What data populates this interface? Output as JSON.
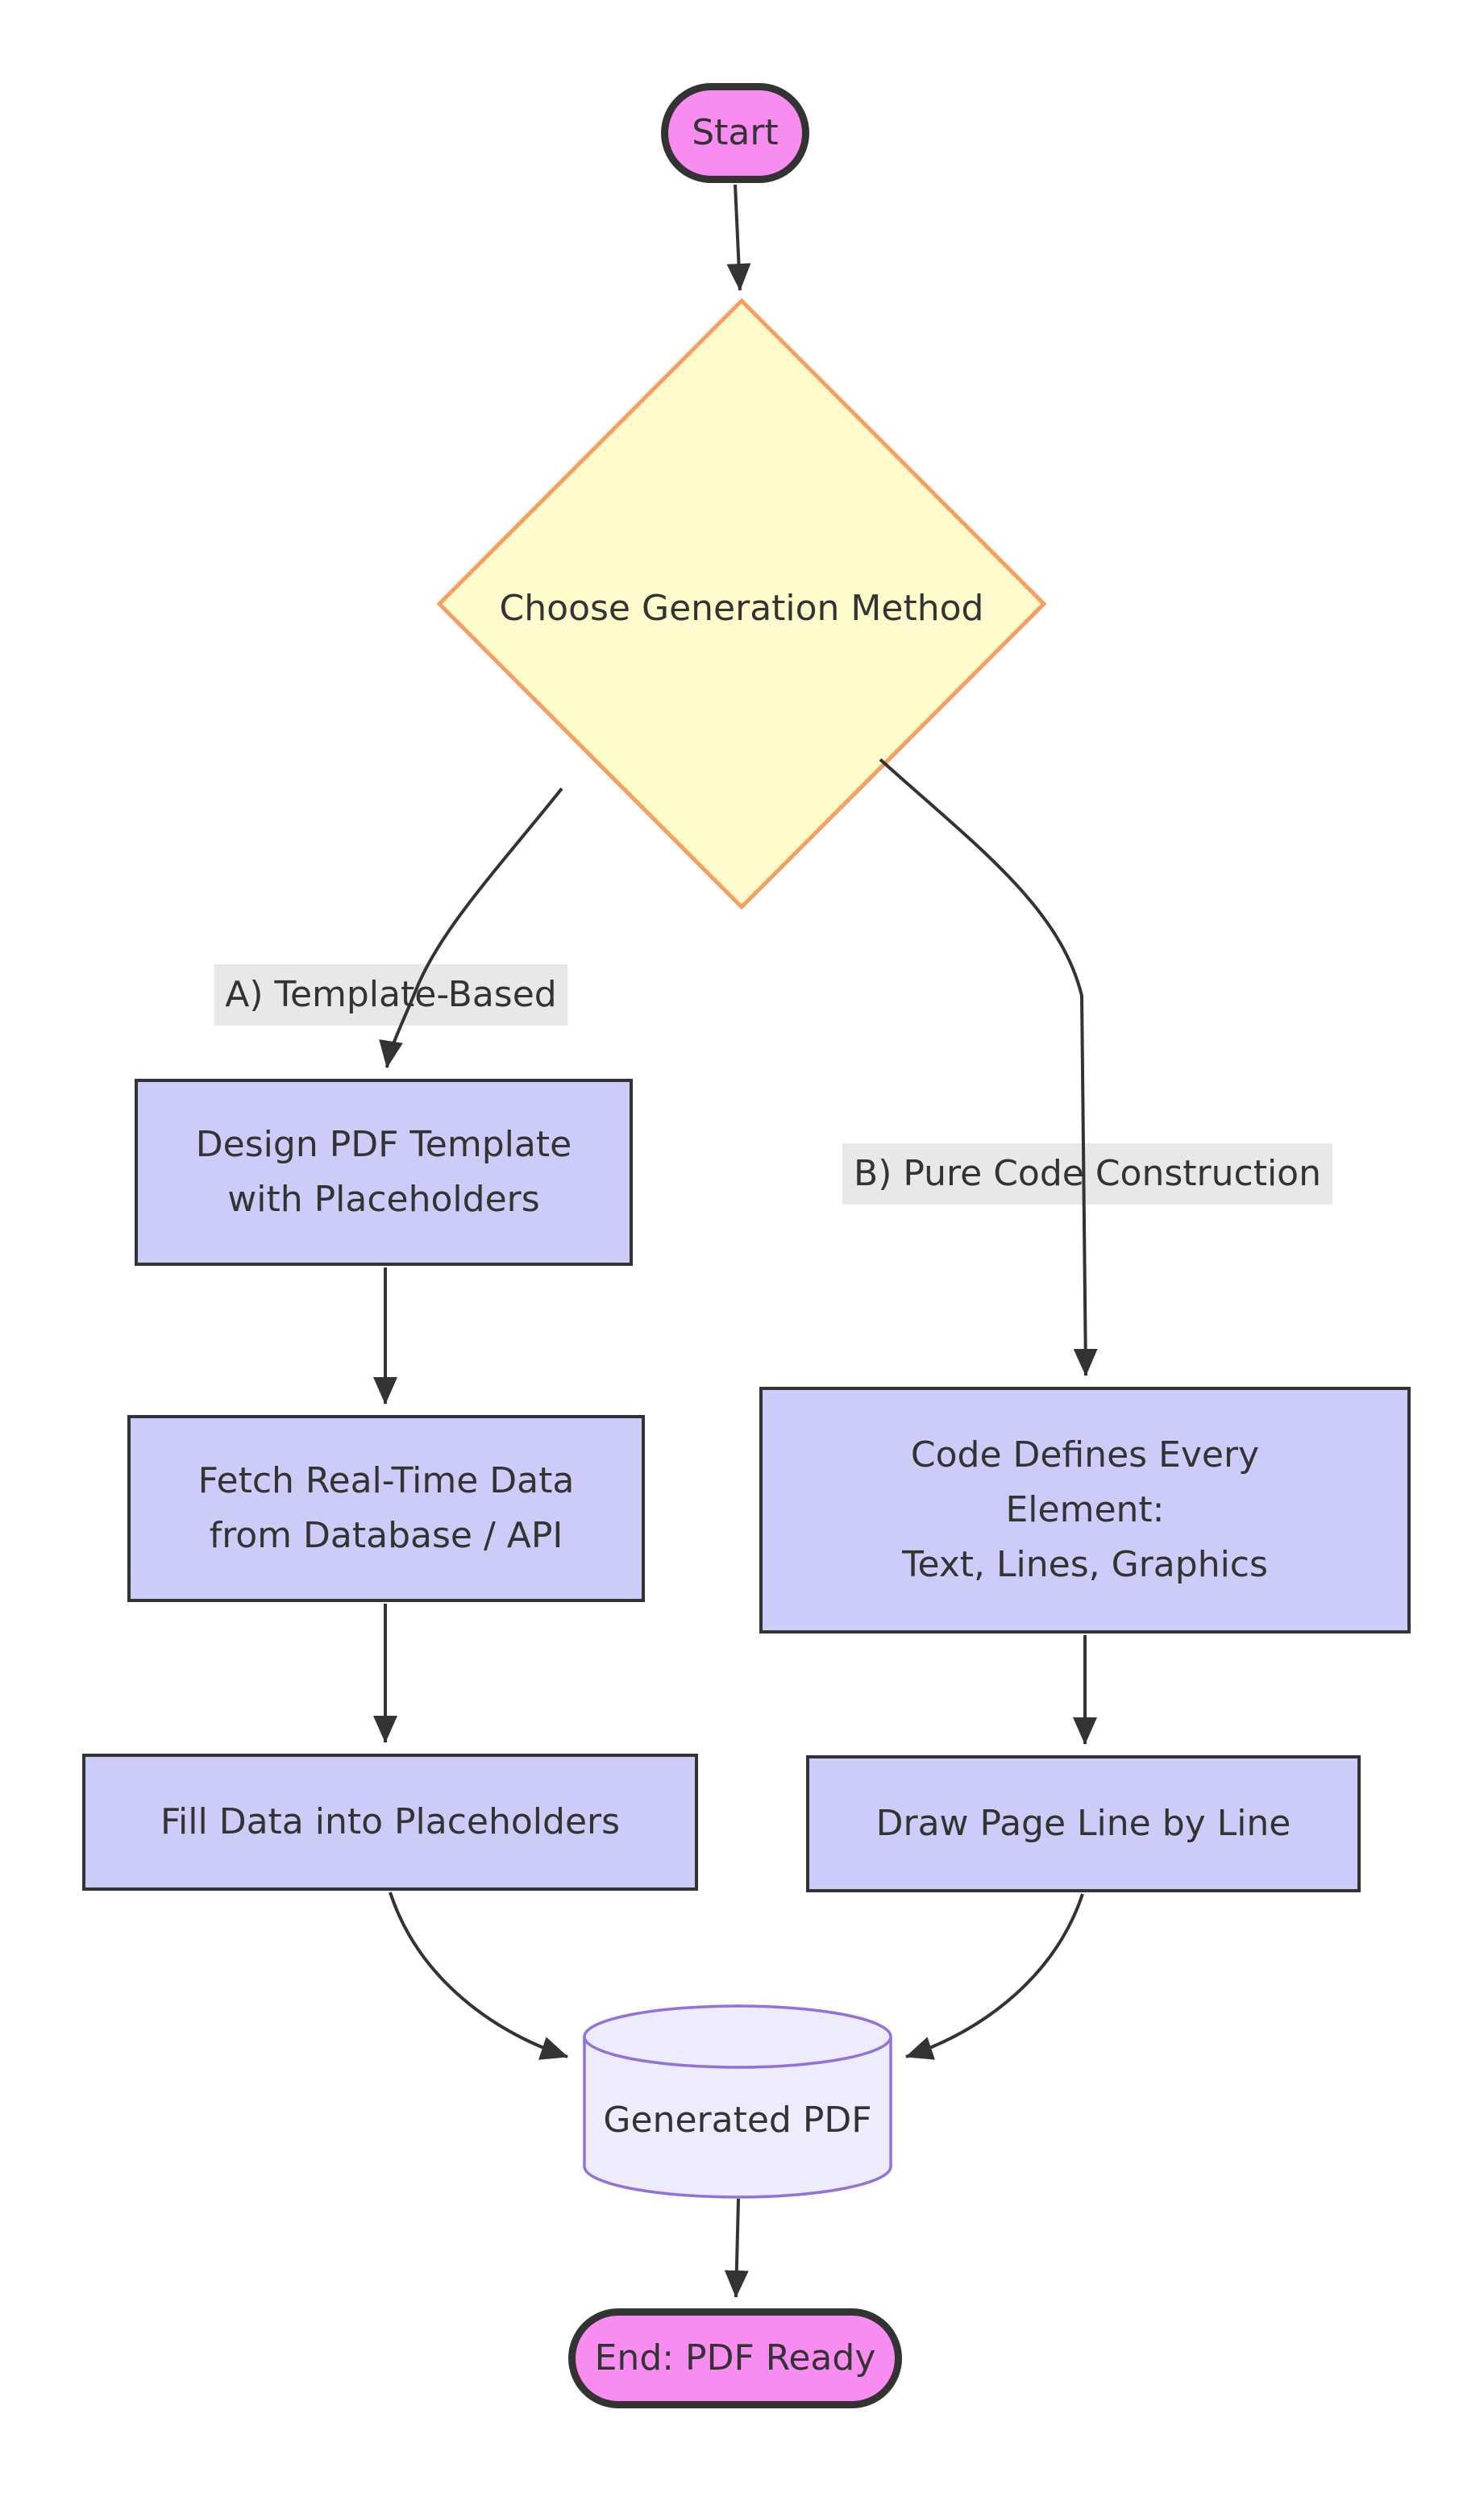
{
  "diagram": {
    "type": "flowchart",
    "background": "#ffffff",
    "colors": {
      "text": "#333333",
      "edge": "#333333",
      "process_fill": "#cbccf7",
      "process_border": "#333333",
      "terminal_fill": "#f98cf0",
      "terminal_border": "#333333",
      "decision_fill": "#fdfbcb",
      "decision_border": "#f89e63",
      "database_fill": "#ececfc",
      "database_border": "#9370db",
      "edge_label_bg": "#e8e8e8"
    },
    "nodes": {
      "start": {
        "label": "Start",
        "shape": "stadium"
      },
      "decision": {
        "label": "Choose Generation Method",
        "shape": "diamond"
      },
      "design_template": {
        "label": "Design PDF Template\nwith Placeholders",
        "shape": "rect"
      },
      "fetch_data": {
        "label": "Fetch Real-Time Data\nfrom Database / API",
        "shape": "rect"
      },
      "fill_placeholders": {
        "label": "Fill Data into Placeholders",
        "shape": "rect"
      },
      "code_defines": {
        "label": "Code Defines Every\nElement:\nText, Lines, Graphics",
        "shape": "rect"
      },
      "draw_page": {
        "label": "Draw Page Line by Line",
        "shape": "rect"
      },
      "generated_pdf": {
        "label": "Generated PDF",
        "shape": "cylinder"
      },
      "end": {
        "label": "End: PDF Ready",
        "shape": "stadium"
      }
    },
    "edge_labels": {
      "branch_a": {
        "label": "A) Template-Based"
      },
      "branch_b": {
        "label": "B) Pure Code Construction"
      }
    }
  }
}
